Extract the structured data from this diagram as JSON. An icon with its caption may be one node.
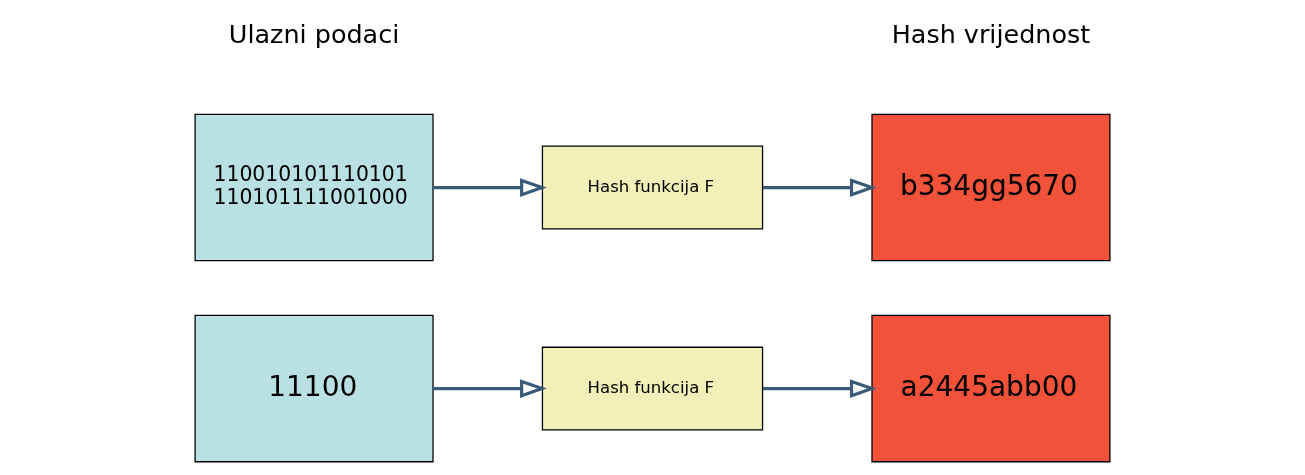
{
  "diagram": {
    "nodes": [
      {
        "text": [
          "11100"
        ]
      },
      {
        "text": [
          "Hash funkcija F"
        ]
      },
      {
        "text": [
          "a2445abb00"
        ]
      },
      {
        "text": [
          "110010101110101 110101111001000"
        ]
      },
      {
        "text": [
          "Hash funkcija F"
        ]
      },
      {
        "text": [
          "b334gg5670"
        ]
      }
    ],
    "edges": [
      {
        "from": 0,
        "to": 1,
        "arrow": "to"
      },
      {
        "from": 1,
        "to": 2,
        "arrow": "to"
      },
      {
        "from": 3,
        "to": 4,
        "arrow": "to"
      },
      {
        "from": 4,
        "to": 5,
        "arrow": "to"
      }
    ],
    "labels": [
      "Ulazni podaci",
      "Hash vrijednost"
    ]
  }
}
